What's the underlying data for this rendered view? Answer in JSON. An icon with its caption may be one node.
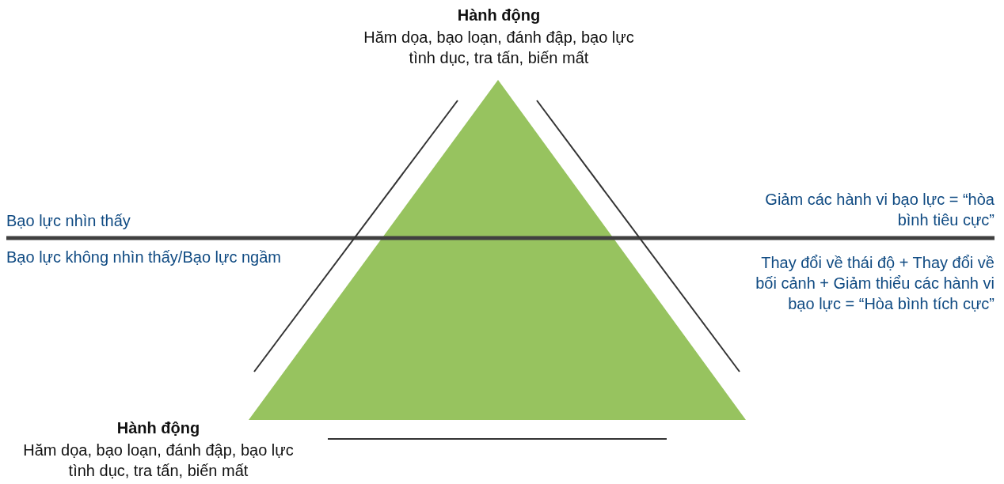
{
  "diagram": {
    "labels": [
      "Hành động",
      "Hăm dọa, bạo loạn, đánh đập, bạo lực tình dục, tra tấn, biến mất",
      "Giảm các hành vi bạo lực = “hòa bình tiêu cực”",
      "Bạo lực nhìn thấy",
      "Bạo lực không nhìn thấy/Bạo lực ngầm",
      "Thay đổi về thái độ + Thay đổi về bối cảnh + Giảm thiểu các hành vi bạo lực = “Hòa bình tích cực”",
      "Hành động",
      "Hăm dọa, bạo loạn, đánh đập, bạo lực tình dục, tra tấn, biến mất"
    ]
  }
}
